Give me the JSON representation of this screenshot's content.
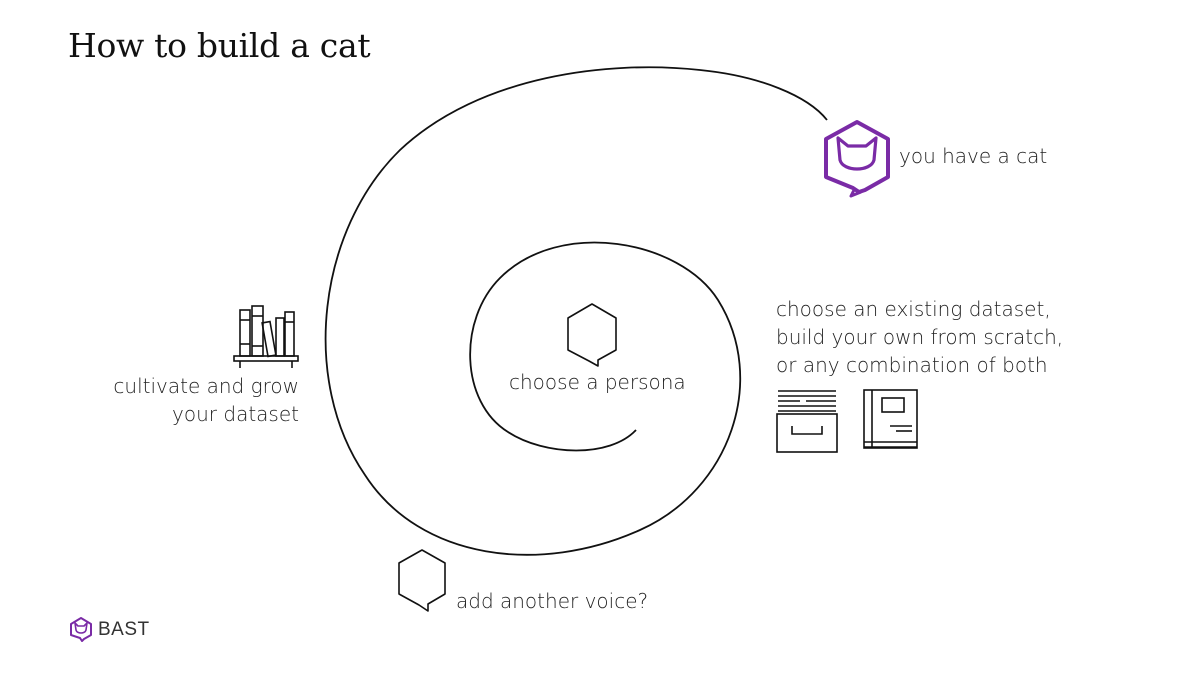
{
  "title": "How to build a cat",
  "steps": {
    "persona": "choose a persona",
    "dataset_line1": "choose an existing dataset,",
    "dataset_line2": "build your own from scratch,",
    "dataset_line3": "or any combination of both",
    "cultivate_line1": "cultivate and grow",
    "cultivate_line2": "your dataset",
    "voice": "add another voice?",
    "result": "you have a cat"
  },
  "brand": {
    "name": "BAST"
  },
  "colors": {
    "accent": "#7a2ba6",
    "line": "#111111",
    "text": "#222222"
  },
  "icons": {
    "persona": "hexagon-speech-bubble-icon",
    "voice": "hexagon-speech-bubble-icon",
    "result": "cat-hexagon-icon",
    "cultivate": "bookshelf-icon",
    "dataset_existing": "file-drawer-icon",
    "dataset_own": "notebook-icon",
    "brand": "cat-hexagon-logo-icon"
  }
}
